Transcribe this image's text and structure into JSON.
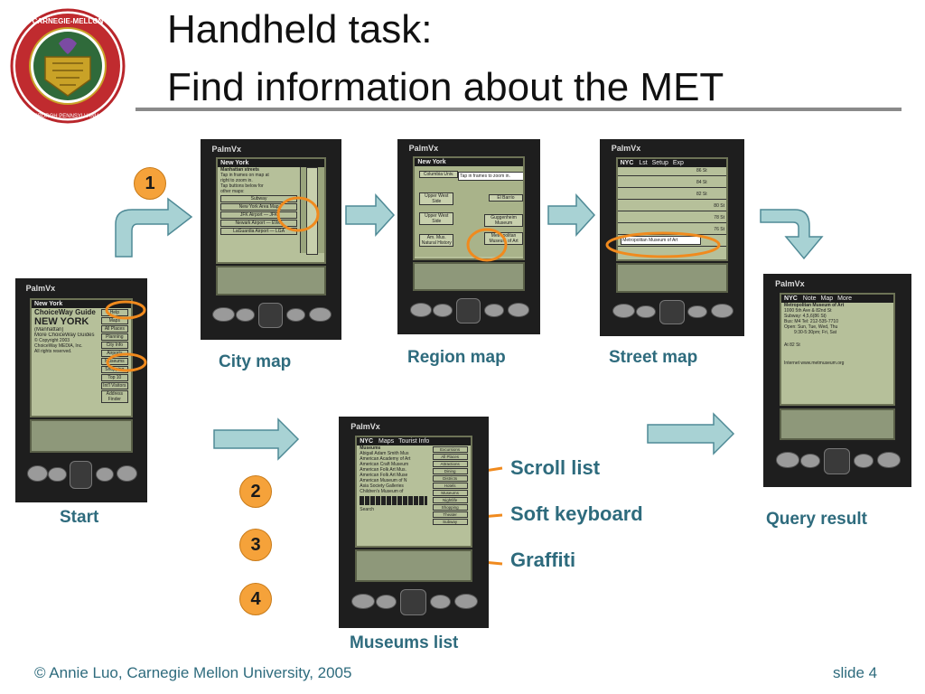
{
  "slide": {
    "title_line1": "Handheld task:",
    "title_line2": "Find information about the MET",
    "logo": {
      "arc_text": "Carnegie-Mellon University",
      "bottom_text": "PITTSBURGH PENNSYLVANIA 1900"
    },
    "colors": {
      "caption": "#2e6b7d",
      "arrow_fill": "#a8d2d4",
      "arrow_stroke": "#4f8a96",
      "badge": "#f5a23a",
      "highlight": "#f08a1e",
      "rule": "#8a8a8a"
    }
  },
  "screens": {
    "start": {
      "caption": "Start",
      "brand": "PalmVx",
      "header": "New York",
      "lines": [
        "ChoiceWay Guide",
        "NEW YORK",
        "(Manhattan)",
        "More ChoiceWay Guides",
        "© Copyright 2003",
        "ChoiceWay MEDIA, Inc.",
        "All rights reserved."
      ],
      "menu": [
        "Help",
        "Maps",
        "All Places",
        "Planning",
        "City Info",
        "Airports",
        "Museums",
        "Shopping",
        "Top 10",
        "Int'l Visitors",
        "Address Finder"
      ]
    },
    "city_map": {
      "caption": "City map",
      "brand": "PalmVx",
      "header": "New York",
      "lines": [
        "Manhattan streets",
        "Tap in frames on map at",
        "right to zoom in.",
        "Tap buttons below for",
        "other maps:"
      ],
      "buttons": [
        "Subway",
        "New York Area Map",
        "JFK Airport — JFK",
        "Newark Airport — EWR",
        "LaGuardia Airport — LGA"
      ]
    },
    "region_map": {
      "caption": "Region map",
      "brand": "PalmVx",
      "header": "New York",
      "lines": [
        "Columbia Univ.",
        "Tap in frames to zoom in.",
        "Upper West Side",
        "Upper West Side",
        "El Barrio",
        "Guggenheim Museum",
        "Metropolitan Museum of Art",
        "Am. Mus. Natural History"
      ]
    },
    "street_map": {
      "caption": "Street map",
      "brand": "PalmVx",
      "header": "NYC",
      "tabs": [
        "Lst",
        "Setup",
        "Exp"
      ],
      "lines": [
        "86 St",
        "84 St",
        "82 St",
        "80 St",
        "78 St",
        "76 St",
        "Metropolitan Museum of Art"
      ]
    },
    "museums_list": {
      "caption": "Museums list",
      "brand": "PalmVx",
      "header": "NYC",
      "tabs": [
        "Maps",
        "Tourist Info"
      ],
      "title": "Museums",
      "items": [
        "Abigail Adam Smith Mus",
        "American Academy of Art",
        "American Craft Museum",
        "American Folk Art Mus.",
        "American Folk Art Muse",
        "American Museum of N",
        "Asia Society Galleries",
        "Children's Museum of"
      ],
      "side": [
        "Excursions",
        "All Places",
        "Attractions",
        "Dining",
        "Districts",
        "Hotels",
        "Museums",
        "Nightlife",
        "Shopping",
        "Theater",
        "Subway"
      ],
      "search_label": "Search"
    },
    "query_result": {
      "caption": "Query result",
      "brand": "PalmVx",
      "header": "NYC",
      "tabs": [
        "Note",
        "Map",
        "More"
      ],
      "lines": [
        "Metropolitan Museum of Art",
        "1000 5th Ave & 82nd St",
        "Subway: 4,5,6(86 St)",
        "Bus: M4     Tel: 212-535-7710",
        "Open: Sun, Tue, Wed, Thu",
        "9:30-5:30pm; Fri, Sat",
        "At 82 St",
        "Internet www.metmuseum.org"
      ]
    }
  },
  "annotations": {
    "scroll_list": "Scroll list",
    "soft_keyboard": "Soft keyboard",
    "graffiti": "Graffiti"
  },
  "badges": [
    "1",
    "2",
    "3",
    "4"
  ],
  "footer": {
    "left": "© Annie Luo, Carnegie Mellon University, 2005",
    "right": "slide 4"
  }
}
